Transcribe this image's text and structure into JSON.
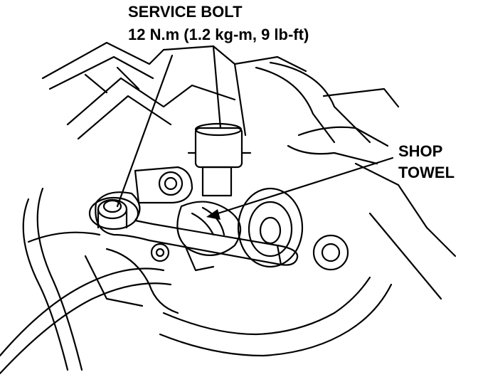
{
  "callouts": {
    "service_bolt": {
      "title": "SERVICE BOLT",
      "torque": "12 N.m (1.2 kg-m, 9 lb-ft)"
    },
    "shop_towel": {
      "line1": "SHOP",
      "line2": "TOWEL"
    }
  },
  "colors": {
    "ink": "#000000",
    "paper": "#ffffff"
  }
}
